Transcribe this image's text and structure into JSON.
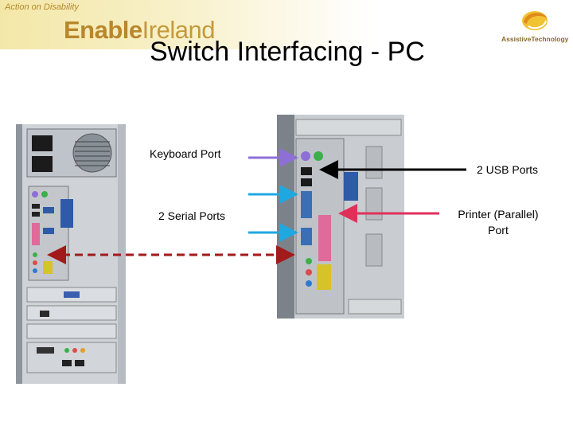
{
  "header": {
    "tagline": "Action on Disability",
    "brand_part1": "Enable",
    "brand_part2": "Ireland",
    "assistive_logo_text": "AssistiveTechnology"
  },
  "slide": {
    "title": "Switch Interfacing - PC"
  },
  "labels": {
    "keyboard_port": "Keyboard Port",
    "serial_ports": "2 Serial Ports",
    "usb_ports": "2 USB Ports",
    "printer_port_line1": "Printer (Parallel)",
    "printer_port_line2": "Port"
  },
  "colors": {
    "banner_gold": "#b8872c",
    "keyboard_arrow": "#8e6fd6",
    "serial_arrow": "#1fa8e0",
    "usb_arrow": "#000000",
    "printer_arrow": "#e0305a",
    "dashed_arrow": "#a21a1a"
  },
  "icons": {
    "assistive_logo": "sun-swirl-logo",
    "pc_rear_photo": "computer-tower-back-photo",
    "io_panel_photo": "io-panel-closeup-photo"
  }
}
